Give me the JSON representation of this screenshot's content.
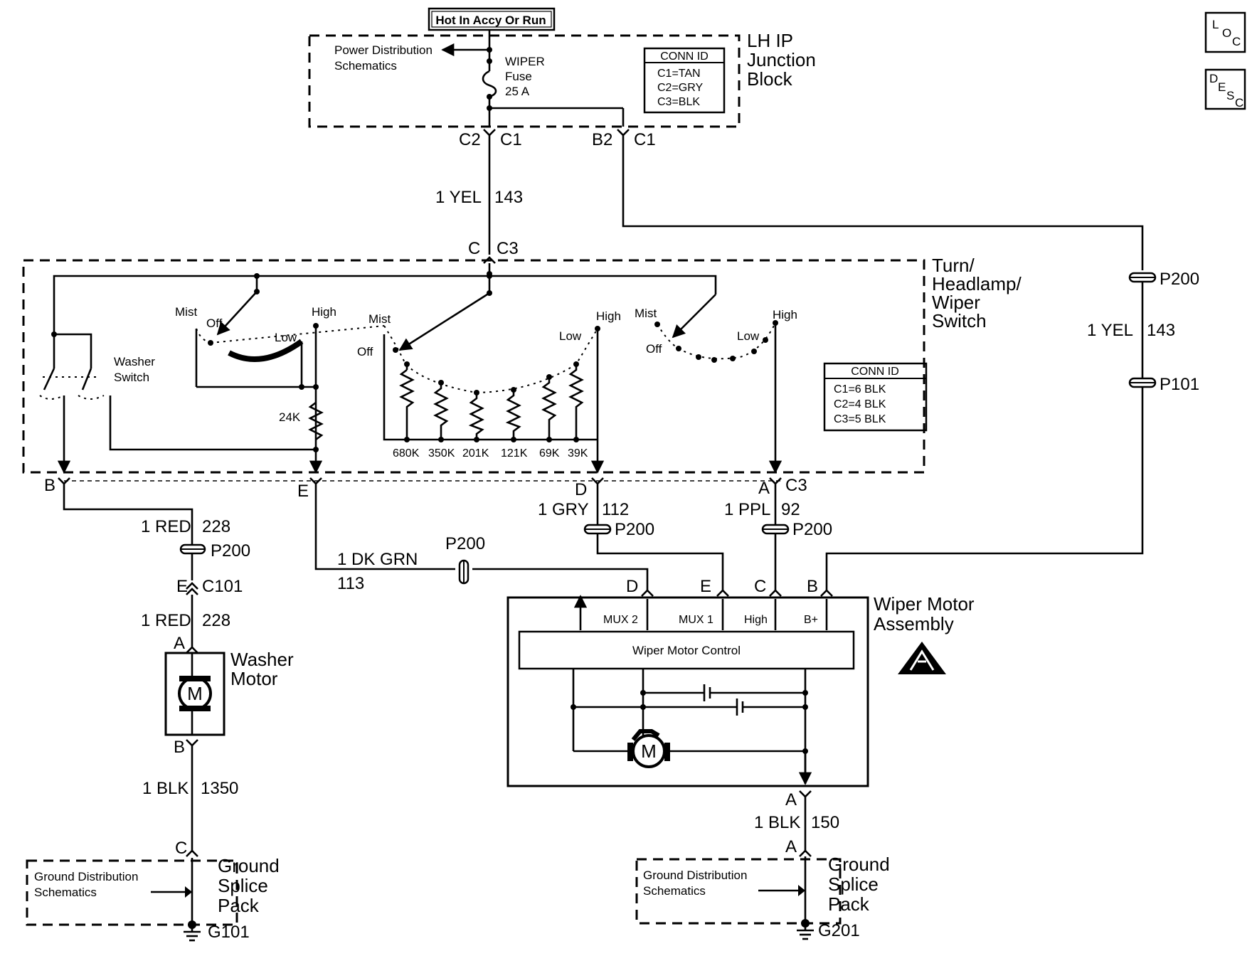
{
  "power": {
    "source_label": "Hot In Accy Or Run",
    "power_dist_line1": "Power Distribution",
    "power_dist_line2": "Schematics",
    "fuse_line1": "WIPER",
    "fuse_line2": "Fuse",
    "fuse_line3": "25 A"
  },
  "junction_block": {
    "title_line1": "LH IP",
    "title_line2": "Junction",
    "title_line3": "Block",
    "conn_title": "CONN ID",
    "conn_items": [
      "C1=TAN",
      "C2=GRY",
      "C3=BLK"
    ],
    "pin_left_a": "C2",
    "pin_left_b": "C1",
    "pin_right_a": "B2",
    "pin_right_b": "C1"
  },
  "corner_icons": {
    "loc_1": "L",
    "loc_2": "O",
    "loc_3": "C",
    "desc_1": "D",
    "desc_2": "E",
    "desc_3": "S",
    "desc_4": "C"
  },
  "wires": {
    "w143_top_a": "1 YEL",
    "w143_top_b": "143",
    "w143_right_a": "1 YEL",
    "w143_right_b": "143",
    "w228_a": "1 RED",
    "w228_b": "228",
    "w228_lower_a": "1 RED",
    "w228_lower_b": "228",
    "w113_a": "1 DK GRN",
    "w113_b": "113",
    "w112_a": "1 GRY",
    "w112_b": "112",
    "w92_a": "1 PPL",
    "w92_b": "92",
    "w1350_a": "1 BLK",
    "w1350_b": "1350",
    "w150_a": "1 BLK",
    "w150_b": "150"
  },
  "connectors": {
    "c3_top_a": "C",
    "c3_top_b": "C3",
    "p200_right": "P200",
    "p101_right": "P101",
    "sw_b": "B",
    "sw_e": "E",
    "sw_d": "D",
    "sw_a": "A",
    "sw_c3": "C3",
    "p200_red": "P200",
    "c101_e": "E",
    "c101": "C101",
    "p200_grn": "P200",
    "p200_gry": "P200",
    "p200_ppl": "P200",
    "motor_d": "D",
    "motor_e": "E",
    "motor_c": "C",
    "motor_b": "B",
    "wm_a": "A",
    "wm_b": "B",
    "gnd_c": "C",
    "wmtr_a": "A",
    "gnd2_a": "A"
  },
  "switch": {
    "title_line1": "Turn/",
    "title_line2": "Headlamp/",
    "title_line3": "Wiper",
    "title_line4": "Switch",
    "washer_line1": "Washer",
    "washer_line2": "Switch",
    "resistor_24k": "24K",
    "left_mist": "Mist",
    "left_off": "Off",
    "left_low": "Low",
    "left_high": "High",
    "mid_mist": "Mist",
    "mid_off": "Off",
    "mid_low": "Low",
    "mid_high": "High",
    "right_mist": "Mist",
    "right_off": "Off",
    "right_low": "Low",
    "right_high": "High",
    "resistors": [
      "680K",
      "350K",
      "201K",
      "121K",
      "69K",
      "39K"
    ],
    "conn_title": "CONN ID",
    "conn_items": [
      "C1=6 BLK",
      "C2=4 BLK",
      "C3=5 BLK"
    ]
  },
  "wiper_motor": {
    "title_line1": "Wiper Motor",
    "title_line2": "Assembly",
    "mux2": "MUX 2",
    "mux1": "MUX 1",
    "high": "High",
    "bplus": "B+",
    "control": "Wiper Motor Control",
    "motor_symbol": "M"
  },
  "washer_motor": {
    "title_line1": "Washer",
    "title_line2": "Motor",
    "motor_symbol": "M"
  },
  "ground_left": {
    "dist_line1": "Ground Distribution",
    "dist_line2": "Schematics",
    "splice_line1": "Ground",
    "splice_line2": "Splice",
    "splice_line3": "Pack",
    "ground_id": "G101"
  },
  "ground_right": {
    "dist_line1": "Ground Distribution",
    "dist_line2": "Schematics",
    "splice_line1": "Ground",
    "splice_line2": "Splice",
    "splice_line3": "Pack",
    "ground_id": "G201"
  },
  "icons": {
    "esd": "esd-warning-icon",
    "fuse": "fuse-icon",
    "motor": "motor-icon",
    "ground": "ground-icon",
    "resistor": "resistor-icon"
  }
}
